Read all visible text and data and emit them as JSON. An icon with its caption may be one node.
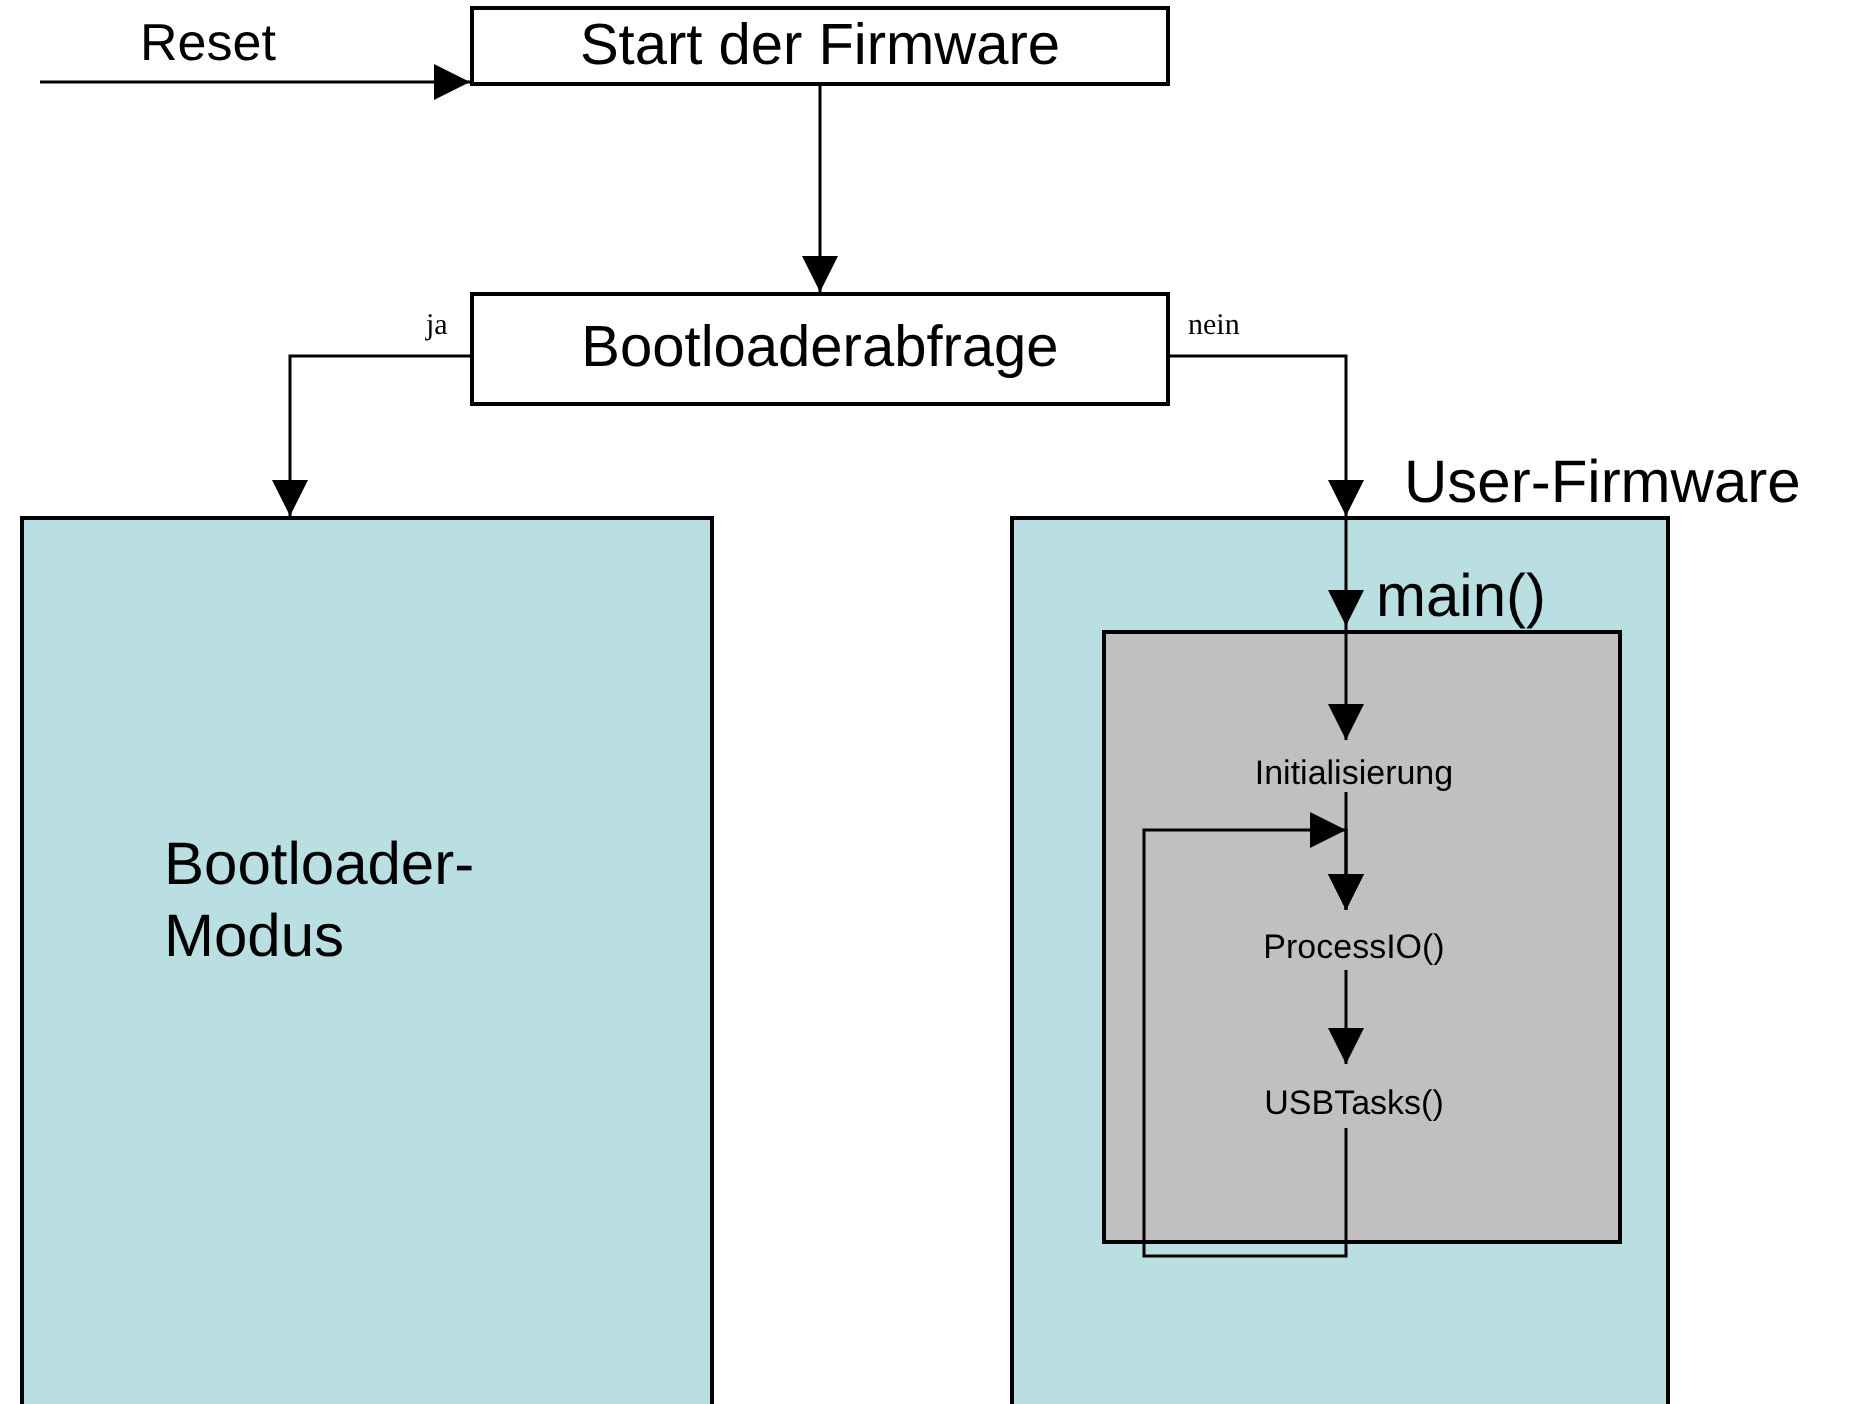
{
  "diagram": {
    "nodes": [
      {
        "text": [
          "Start der Firmware"
        ]
      },
      {
        "text": [
          "Bootloaderabfrage"
        ]
      },
      {
        "text": [
          "Bootloader-Modus"
        ]
      },
      {
        "text": [
          "User-Firmware"
        ]
      },
      {
        "text": [
          "main()"
        ],
        "in": 3
      },
      {
        "text": [
          "Initialisierung"
        ],
        "in": 4
      },
      {
        "text": [
          "ProcessIO()"
        ],
        "in": 4
      },
      {
        "text": [
          "USBTasks()"
        ],
        "in": 4
      }
    ],
    "edges": [
      {
        "from": null,
        "to": 0,
        "arrow": "to",
        "label": "Reset"
      },
      {
        "from": 0,
        "to": 1,
        "arrow": "to"
      },
      {
        "from": 1,
        "to": 2,
        "arrow": "to",
        "label": "ja"
      },
      {
        "from": 1,
        "to": 3,
        "arrow": "to",
        "label": "nein"
      },
      {
        "from": 3,
        "to": 4,
        "arrow": "to"
      },
      {
        "from": 4,
        "to": 5,
        "arrow": "to"
      },
      {
        "from": 5,
        "to": 6,
        "arrow": "to"
      },
      {
        "from": 6,
        "to": 7,
        "arrow": "to"
      },
      {
        "from": 7,
        "to": 6,
        "arrow": "to"
      }
    ]
  }
}
